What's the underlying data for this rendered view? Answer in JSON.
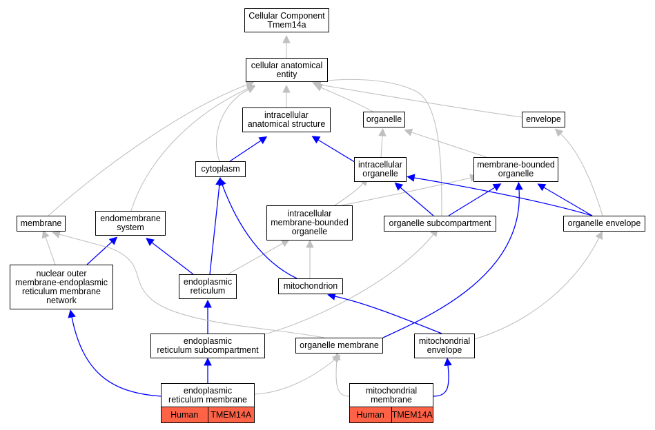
{
  "colors": {
    "is_a": "#c0c0c0",
    "part_of": "#0000ff",
    "annotation": "#ff6347"
  },
  "nodes": {
    "root": "Cellular Component\nTmem14a",
    "cae": "cellular anatomical\nentity",
    "ias": "intracellular\nanatomical structure",
    "organelle": "organelle",
    "envelope": "envelope",
    "cytoplasm": "cytoplasm",
    "io": "intracellular\norganelle",
    "mbo": "membrane-bounded\norganelle",
    "membrane": "membrane",
    "endo": "endomembrane\nsystem",
    "imbo": "intracellular\nmembrane-bounded\norganelle",
    "osc": "organelle subcompartment",
    "oe": "organelle envelope",
    "nuc": "nuclear outer\nmembrane-endoplasmic\nreticulum membrane\nnetwork",
    "er": "endoplasmic\nreticulum",
    "mito": "mitochondrion",
    "ersc": "endoplasmic\nreticulum subcompartment",
    "om": "organelle membrane",
    "menv": "mitochondrial\nenvelope",
    "erm": "endoplasmic\nreticulum membrane",
    "mm": "mitochondrial\nmembrane"
  },
  "annotations": {
    "erm": {
      "species": "Human",
      "gene": "TMEM14A"
    },
    "mm": {
      "species": "Human",
      "gene": "TMEM14A"
    }
  },
  "edges": [
    {
      "from": "cae",
      "to": "root",
      "type": "is_a"
    },
    {
      "from": "ias",
      "to": "cae",
      "type": "is_a"
    },
    {
      "from": "organelle",
      "to": "cae",
      "type": "is_a"
    },
    {
      "from": "envelope",
      "to": "cae",
      "type": "is_a"
    },
    {
      "from": "cytoplasm",
      "to": "cae",
      "type": "is_a"
    },
    {
      "from": "cytoplasm",
      "to": "ias",
      "type": "part_of"
    },
    {
      "from": "io",
      "to": "ias",
      "type": "part_of"
    },
    {
      "from": "io",
      "to": "organelle",
      "type": "is_a"
    },
    {
      "from": "mbo",
      "to": "organelle",
      "type": "is_a"
    },
    {
      "from": "membrane",
      "to": "cae",
      "type": "is_a"
    },
    {
      "from": "endo",
      "to": "cae",
      "type": "is_a"
    },
    {
      "from": "imbo",
      "to": "io",
      "type": "is_a"
    },
    {
      "from": "imbo",
      "to": "mbo",
      "type": "is_a"
    },
    {
      "from": "osc",
      "to": "cae",
      "type": "is_a"
    },
    {
      "from": "osc",
      "to": "io",
      "type": "part_of"
    },
    {
      "from": "osc",
      "to": "mbo",
      "type": "part_of"
    },
    {
      "from": "oe",
      "to": "envelope",
      "type": "is_a"
    },
    {
      "from": "oe",
      "to": "io",
      "type": "part_of"
    },
    {
      "from": "oe",
      "to": "mbo",
      "type": "part_of"
    },
    {
      "from": "nuc",
      "to": "membrane",
      "type": "is_a"
    },
    {
      "from": "nuc",
      "to": "endo",
      "type": "part_of"
    },
    {
      "from": "er",
      "to": "endo",
      "type": "part_of"
    },
    {
      "from": "er",
      "to": "cytoplasm",
      "type": "part_of"
    },
    {
      "from": "er",
      "to": "imbo",
      "type": "is_a"
    },
    {
      "from": "mito",
      "to": "imbo",
      "type": "is_a"
    },
    {
      "from": "mito",
      "to": "cytoplasm",
      "type": "part_of"
    },
    {
      "from": "ersc",
      "to": "er",
      "type": "part_of"
    },
    {
      "from": "ersc",
      "to": "osc",
      "type": "is_a"
    },
    {
      "from": "om",
      "to": "membrane",
      "type": "is_a"
    },
    {
      "from": "om",
      "to": "mbo",
      "type": "part_of"
    },
    {
      "from": "menv",
      "to": "mito",
      "type": "part_of"
    },
    {
      "from": "menv",
      "to": "oe",
      "type": "is_a"
    },
    {
      "from": "erm",
      "to": "ersc",
      "type": "part_of"
    },
    {
      "from": "erm",
      "to": "nuc",
      "type": "part_of"
    },
    {
      "from": "erm",
      "to": "om",
      "type": "is_a"
    },
    {
      "from": "mm",
      "to": "om",
      "type": "is_a"
    },
    {
      "from": "mm",
      "to": "menv",
      "type": "part_of"
    }
  ]
}
